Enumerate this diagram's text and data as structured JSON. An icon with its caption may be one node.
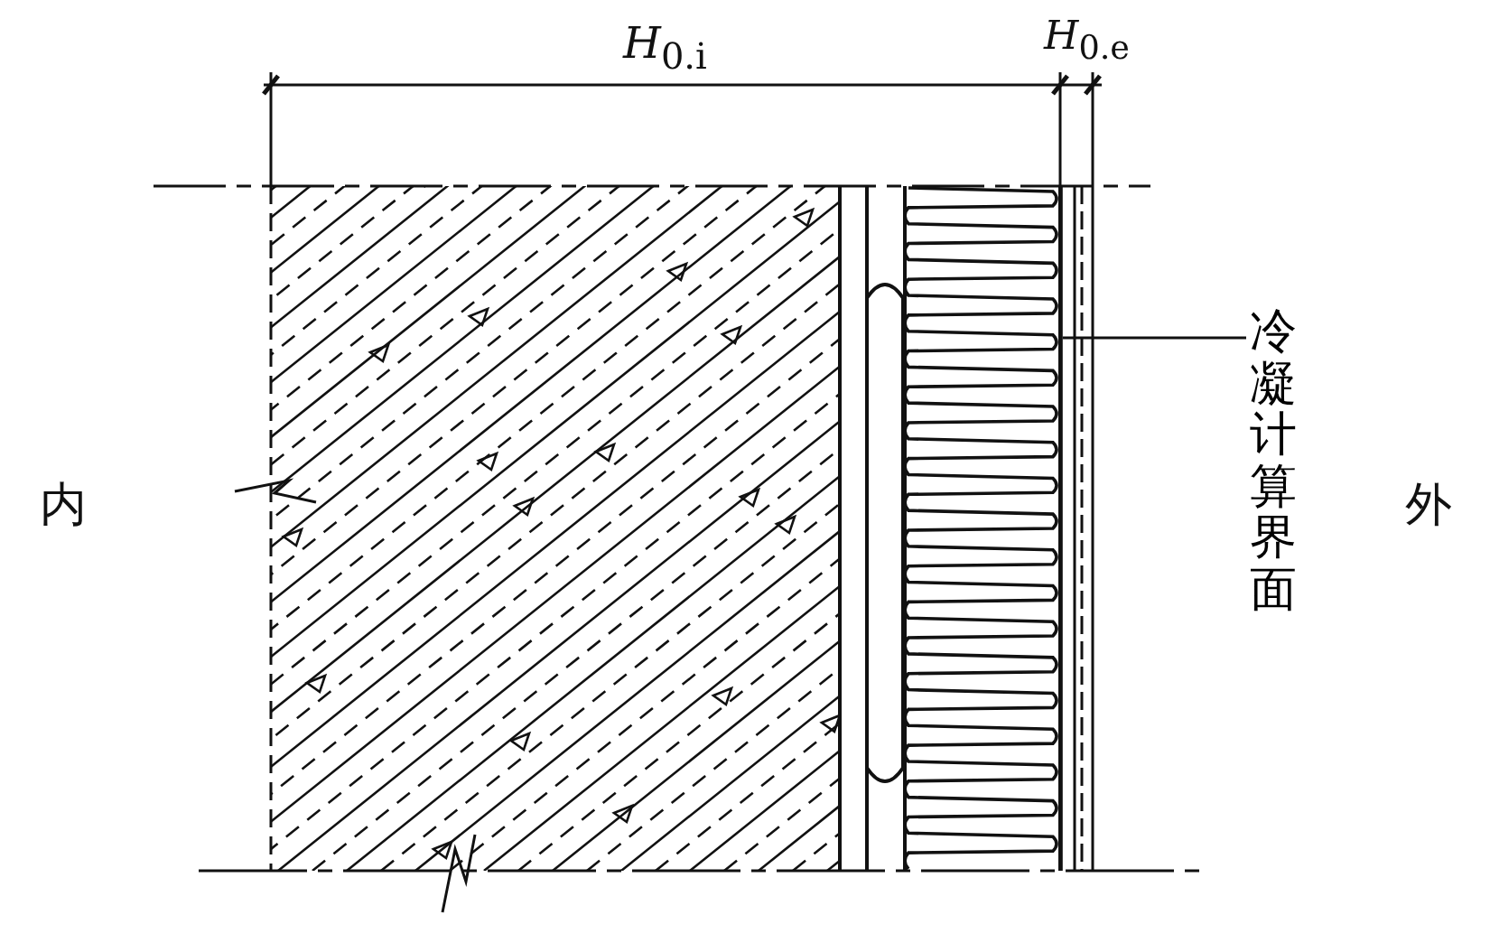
{
  "diagram": {
    "nodes": [
      {
        "text": [
          "冷凝计算界面"
        ]
      },
      {
        "text": [],
        "shape": "line"
      }
    ],
    "edges": [
      {
        "from": 0,
        "to": 1,
        "arrow": "none"
      }
    ],
    "labels": [
      "*H*$_{0.i}$",
      "*H*$_{0.e}$",
      "内",
      "外"
    ]
  }
}
